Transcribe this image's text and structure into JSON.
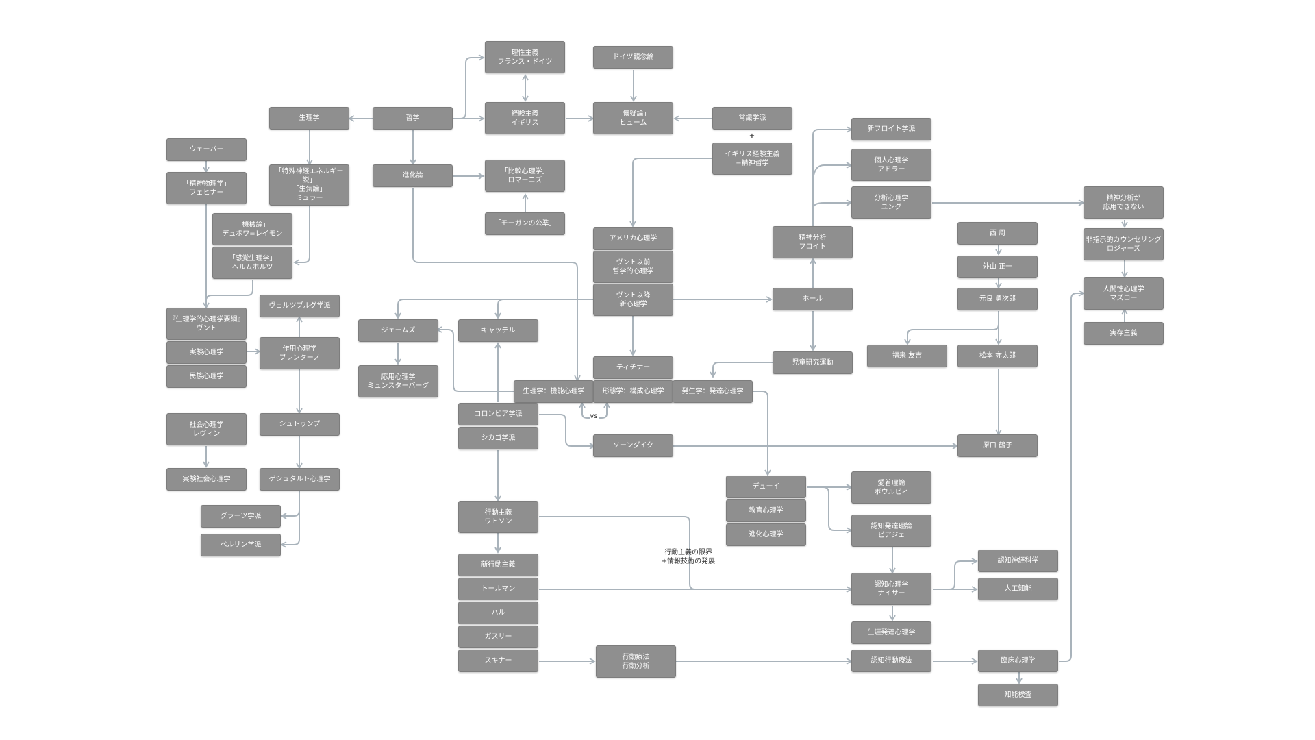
{
  "colors": {
    "node_fill": "#8f8f8f",
    "node_text": "#ffffff",
    "edge": "#a9b3bb",
    "background": "#ffffff"
  },
  "nodes": {
    "rationalism": "理性主義\nフランス・ドイツ",
    "german_idealism": "ドイツ観念論",
    "physiology": "生理学",
    "philosophy": "哲学",
    "empiricism": "経験主義\nイギリス",
    "skepticism": "「懐疑論」\nヒューム",
    "common_sense": "常識学派",
    "weber": "ウェーバー",
    "specific_nerve": "「特殊神経エネルギー説」\n「生気論」\nミュラー",
    "evolution": "進化論",
    "comparative": "「比較心理学」\nロマーニズ",
    "british_empiricism": "イギリス経験主義\n=精神哲学",
    "psychophysics": "「精神物理学」\nフェヒナー",
    "neo_freud": "新フロイト学派",
    "individual": "個人心理学\nアドラー",
    "analytic": "分析心理学\nユング",
    "psychoanalysis_na": "精神分析が\n応用できない",
    "mechanism": "「機械論」\nデュボワ=レイモン",
    "morgan": "「モーガンの公準」",
    "american": "アメリカ心理学",
    "psychoanalysis": "精神分析\nフロイト",
    "nishi": "西 周",
    "nondirective": "非指示的カウンセリング\nロジャーズ",
    "sensory": "「感覚生理学」\nヘルムホルツ",
    "pre_wundt": "ヴント以前\n哲学的心理学",
    "toyama": "外山 正一",
    "humanistic": "人間性心理学\nマズロー",
    "wurzburg": "ヴェルツブルグ学派",
    "physio_principles": "『生理学的心理学要綱』\nヴント",
    "post_wundt": "ヴント以降\n新心理学",
    "hall": "ホール",
    "motora": "元良 勇次郎",
    "james": "ジェームズ",
    "cattell": "キャッテル",
    "existentialism": "実存主義",
    "experimental": "実験心理学",
    "act_psych": "作用心理学\nブレンターノ",
    "fukurai": "福来 友吉",
    "matsumoto": "松本 亦太郎",
    "titchener": "ティチナー",
    "child_study": "児童研究運動",
    "folk": "民族心理学",
    "applied": "応用心理学\nミュンスターバーグ",
    "functional": "生理学：機能心理学",
    "structural": "形態学：構成心理学",
    "developmental": "発生学：発達心理学",
    "columbia": "コロンビア学派",
    "social": "社会心理学\nレヴィン",
    "stumpf": "シュトゥンプ",
    "chicago": "シカゴ学派",
    "thorndike": "ソーンダイク",
    "hara": "原口 鶴子",
    "exp_social": "実験社会心理学",
    "gestalt": "ゲシュタルト心理学",
    "dewey": "デューイ",
    "attachment": "愛着理論\nボウルビィ",
    "graz": "グラーツ学派",
    "behaviorism": "行動主義\nワトソン",
    "edu_psych": "教育心理学",
    "cog_dev": "認知発達理論\nピアジェ",
    "berlin": "ベルリン学派",
    "evo_psych": "進化心理学",
    "neobehaviorism": "新行動主義",
    "cog_neuro": "認知神経科学",
    "tolman": "トールマン",
    "cognitive": "認知心理学\nナイサー",
    "ai": "人工知能",
    "hull": "ハル",
    "lifespan": "生涯発達心理学",
    "guthrie": "ガスリー",
    "skinner": "スキナー",
    "behavior_therapy": "行動療法\n行動分析",
    "cbt": "認知行動療法",
    "clinical": "臨床心理学",
    "intelligence": "知能検査"
  },
  "labels": {
    "vs": "vs",
    "plus": "+",
    "behaviorism_limit": "行動主義の限界\n+情報技術の発展"
  }
}
